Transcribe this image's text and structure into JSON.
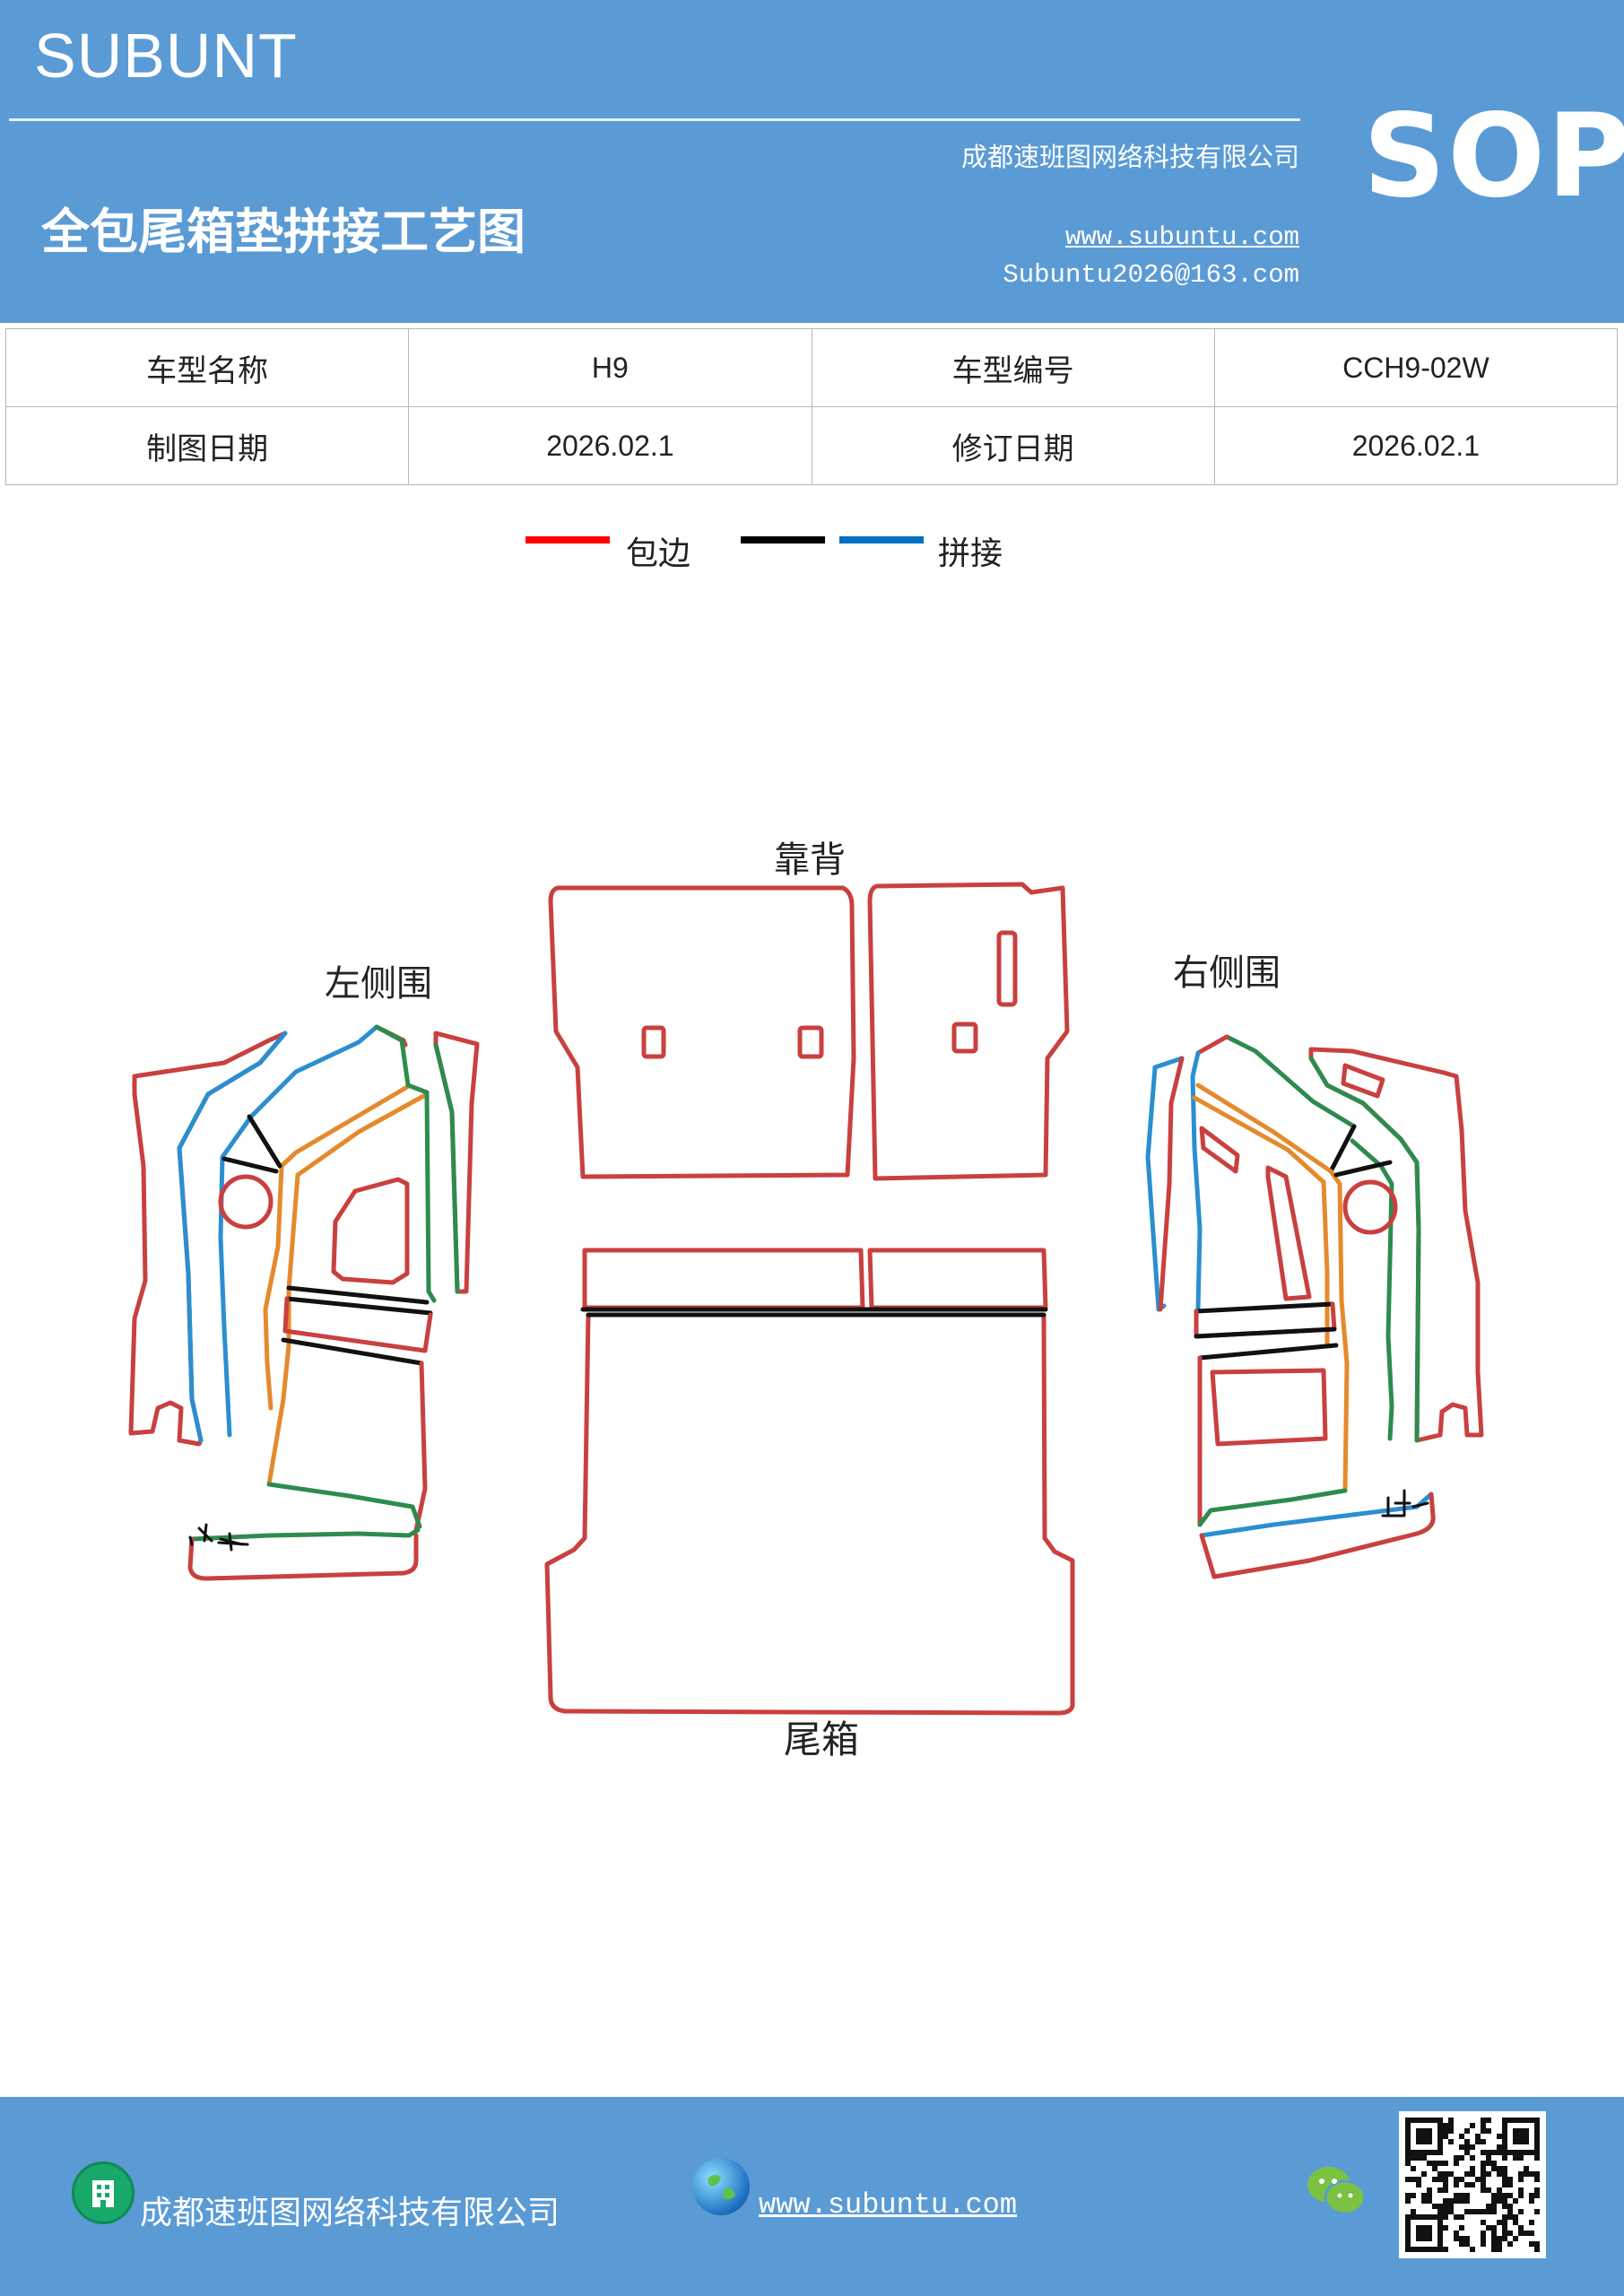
{
  "header": {
    "brand": "SUBUNT",
    "company": "成都速班图网络科技有限公司",
    "doc_title": "全包尾箱垫拼接工艺图",
    "website": "www.subuntu.com",
    "email": "Subuntu2026@163.com",
    "badge": "SOP"
  },
  "info_table": {
    "rows": [
      {
        "label1": "车型名称",
        "value1": "H9",
        "label2": "车型编号",
        "value2": "CCH9-02W"
      },
      {
        "label1": "制图日期",
        "value1": "2026.02.1",
        "label2": "修订日期",
        "value2": "2026.02.1"
      }
    ]
  },
  "legend": {
    "items": [
      {
        "color": "#ff0000",
        "label": "包边"
      },
      {
        "color": "#000000",
        "label": ""
      },
      {
        "color": "#0070c0",
        "label": "拼接"
      }
    ]
  },
  "diagram": {
    "labels": {
      "backrest": "靠背",
      "left_side": "左侧围",
      "right_side": "右侧围",
      "trunk": "尾箱"
    },
    "colors": {
      "edge": "#c9403f",
      "seam_black": "#111111",
      "seam_blue": "#2a8fd0",
      "seam_green": "#2e8b4e",
      "seam_orange": "#e58a2c"
    }
  },
  "footer": {
    "company": "成都速班图网络科技有限公司",
    "website": "www.subuntu.com",
    "icons": [
      "building-icon",
      "globe-icon",
      "wechat-icon",
      "qr-code"
    ]
  }
}
